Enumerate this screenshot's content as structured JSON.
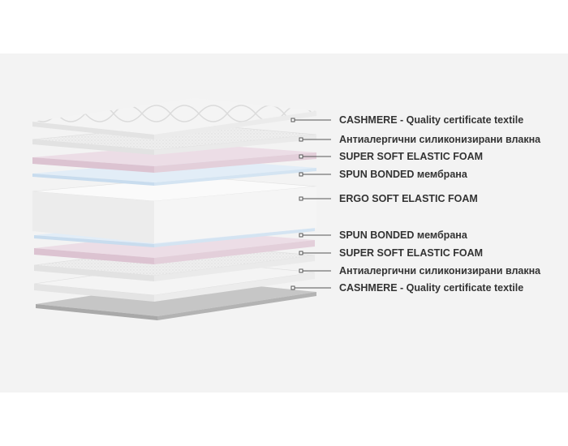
{
  "layers": [
    {
      "label": "CASHMERE - Quality certificate textile"
    },
    {
      "label": "Антиалергични силиконизирани влакна"
    },
    {
      "label": "SUPER SOFT ELASTIC FOAM"
    },
    {
      "label": "SPUN BONDED мембрана"
    },
    {
      "label": "ERGO SOFT ELASTIC FOAM"
    },
    {
      "label": "SPUN BONDED мембрана"
    },
    {
      "label": "SUPER SOFT ELASTIC FOAM"
    },
    {
      "label": "Антиалергични силиконизирани влакна"
    },
    {
      "label": "CASHMERE - Quality certificate textile"
    }
  ],
  "colors": {
    "background_band": "#f3f3f3",
    "quilt": "#f2f2f2",
    "fiber": "#ececec",
    "pink_foam": "#e9d7e1",
    "blue_membrane": "#dbe8f4",
    "white_foam": "#f7f7f7",
    "grey_base": "#b8b8b8",
    "leader_line": "#555555",
    "label_text": "#333333"
  }
}
